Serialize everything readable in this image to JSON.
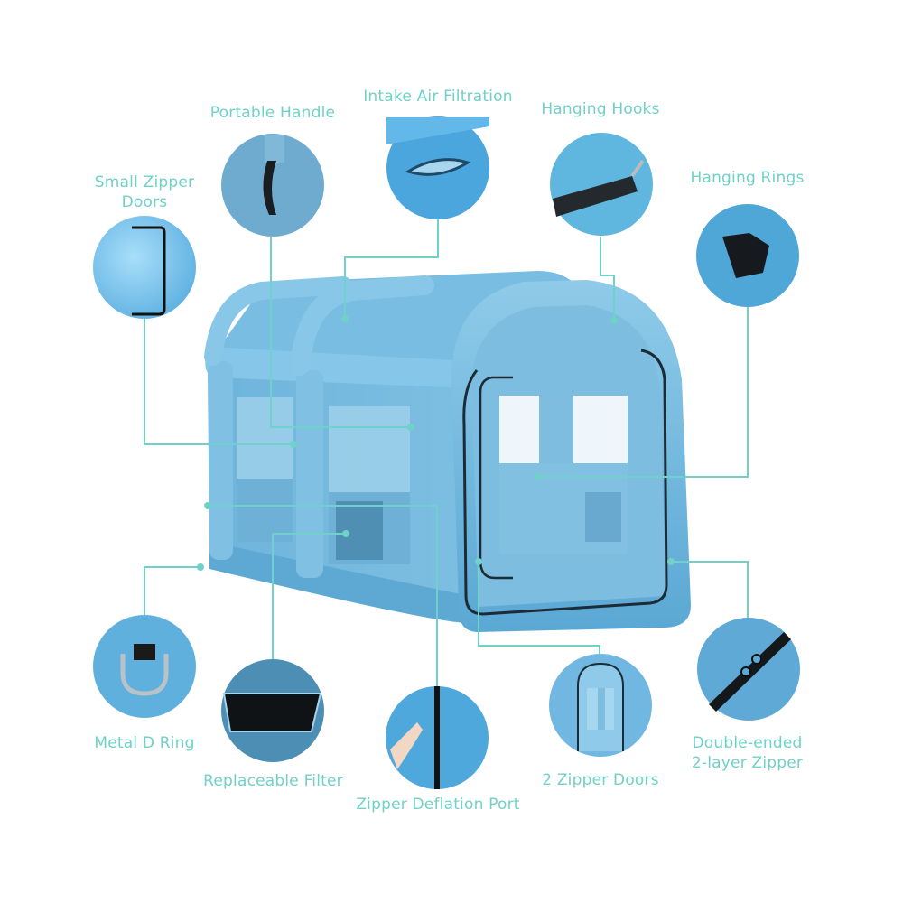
{
  "infographic": {
    "subject": "Inflatable paint booth tent",
    "accent_color": "#6fd1c8",
    "tent_color": "#6fb6dc",
    "callouts": [
      {
        "id": "small-zipper-doors",
        "label_line1": "Small Zipper",
        "label_line2": "Doors"
      },
      {
        "id": "portable-handle",
        "label_line1": "Portable Handle"
      },
      {
        "id": "intake-air-filtration",
        "label_line1": "Intake Air Filtration"
      },
      {
        "id": "hanging-hooks",
        "label_line1": "Hanging Hooks"
      },
      {
        "id": "hanging-rings",
        "label_line1": "Hanging Rings"
      },
      {
        "id": "metal-d-ring",
        "label_line1": "Metal D Ring"
      },
      {
        "id": "replaceable-filter",
        "label_line1": "Replaceable Filter"
      },
      {
        "id": "zipper-deflation-port",
        "label_line1": "Zipper Deflation Port"
      },
      {
        "id": "2-zipper-doors",
        "label_line1": "2 Zipper Doors"
      },
      {
        "id": "double-ended-zipper",
        "label_line1": "Double-ended",
        "label_line2": "2-layer Zipper"
      }
    ]
  }
}
